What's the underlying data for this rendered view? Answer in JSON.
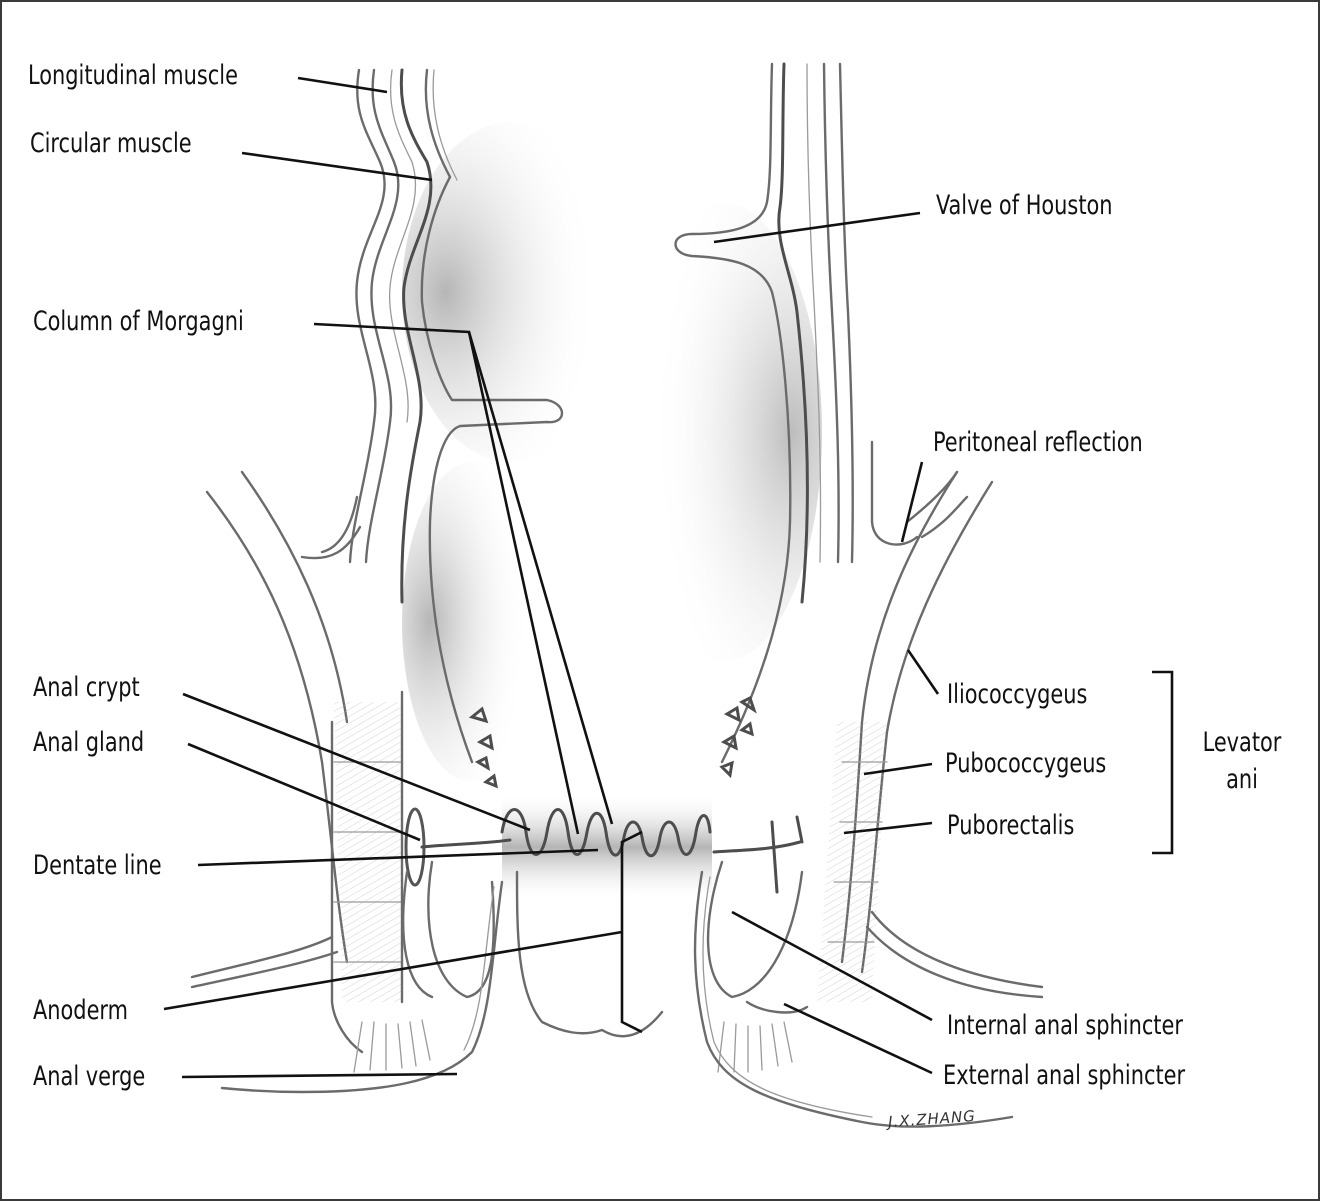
{
  "figure": {
    "title": "Anatomy of the rectum and anal canal (coronal section)",
    "signature": "J.X.ZHANG",
    "colors": {
      "ink": "#111111",
      "pencil": "#6b6b6b",
      "border": "#3a3a3a",
      "background": "#ffffff"
    }
  },
  "labels": {
    "longitudinal_muscle": "Longitudinal muscle",
    "circular_muscle": "Circular muscle",
    "column_of_morgagni": "Column of Morgagni",
    "valve_of_houston": "Valve of Houston",
    "peritoneal_reflection": "Peritoneal reflection",
    "iliococcygeus": "Iliococcygeus",
    "pubococcygeus": "Pubococcygeus",
    "puborectalis": "Puborectalis",
    "levator_ani_line1": "Levator",
    "levator_ani_line2": "ani",
    "anal_crypt": "Anal crypt",
    "anal_gland": "Anal gland",
    "dentate_line": "Dentate line",
    "anoderm": "Anoderm",
    "anal_verge": "Anal verge",
    "internal_anal_sphincter": "Internal anal sphincter",
    "external_anal_sphincter": "External anal sphincter"
  },
  "groups": {
    "levator_ani_members": [
      "Iliococcygeus",
      "Pubococcygeus",
      "Puborectalis"
    ]
  }
}
